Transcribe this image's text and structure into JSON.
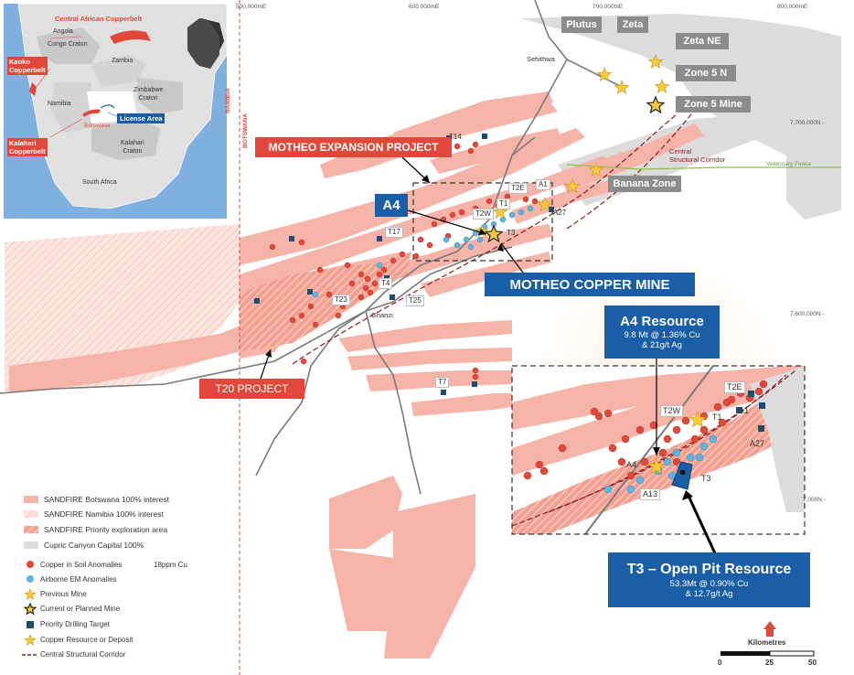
{
  "inset": {
    "labels": {
      "central_african": "Central African Copperbelt",
      "kaoko": "Kaoko\nCopperbelt",
      "kalahari": "Kalahari\nCopperbelt",
      "license": "License Area",
      "angola": "Angola",
      "congo_craton": "Congo Craton",
      "zambia": "Zambia",
      "zimbabwe_craton": "Zimbabwe\nCraton",
      "namibia": "Namibia",
      "botswana": "Botswana",
      "kalahari_craton": "Kalahari\nCraton",
      "south_africa": "South Africa"
    }
  },
  "coords": {
    "x500": "500,000mE",
    "x600": "600,000mE",
    "x700": "700,000mE",
    "x800": "800,000mE",
    "y7700": "7,700,000N -",
    "y7600": "7,600,000N -",
    "y_inset": "7,000N -"
  },
  "border_labels": {
    "namibia": "NAMIBIA",
    "botswana": "BOTSWANA"
  },
  "places": {
    "sehithwa": "Sehithwa",
    "ghanzi": "Ghanzi",
    "central_corridor": "Central\nStructural Corridor",
    "veterinary_fence": "Veterinary Fence"
  },
  "grey_labels": {
    "plutus": "Plutus",
    "zeta": "Zeta",
    "zeta_ne": "Zeta NE",
    "zone5n": "Zone 5 N",
    "zone5_mine": "Zone 5 Mine",
    "banana": "Banana Zone"
  },
  "callouts": {
    "motheo_expansion": "MOTHEO EXPANSION PROJECT",
    "a4": "A4",
    "motheo_mine": "MOTHEO COPPER MINE",
    "t20": "T20 PROJECT"
  },
  "small_tags": {
    "t14": "T14",
    "t17": "T17",
    "t2e": "T2E",
    "a1": "A1",
    "t1": "T1",
    "t2w": "T2W",
    "a27": "A27",
    "t3": "T3",
    "t4": "T4",
    "t23": "T23",
    "t25": "T25",
    "t7": "T7"
  },
  "zoom_tags": {
    "t2e": "T2E",
    "t2w": "T2W",
    "t1": "T1",
    "a1": "A1",
    "a27": "A27",
    "a4": "A4",
    "a13": "A13",
    "t3": "T3"
  },
  "a4_resource": {
    "title": "A4 Resource",
    "line1": "9.8 Mt @ 1.36% Cu",
    "line2": "& 21g/t Ag"
  },
  "t3_resource": {
    "title": "T3 – Open Pit Resource",
    "line1": "53.3Mt @ 0.90% Cu",
    "line2": "& 12.7g/t Ag"
  },
  "legend": {
    "items": [
      "SANDFIRE Botswana 100% interest",
      "SANDFIRE Namibia 100% interest",
      "SANDFIRE Priority exploration area",
      "Cupric Canyon Capital 100%",
      "Copper in Soil Anomalies",
      "18ppm Cu",
      "Airborne EM Anomalies",
      "Previous Mine",
      "Current or Planned Mine",
      "Priority Drilling Target",
      "Copper Resource or Deposit",
      "Central Structural Corridor"
    ]
  },
  "scale": {
    "title": "Kilometres",
    "ticks": [
      "0",
      "25",
      "50"
    ]
  },
  "colors": {
    "sandfire": "#f6b3a8",
    "priority": "#ee8a7a",
    "cupric": "#dcdcdc",
    "soil": "#e2483a",
    "em": "#5fb4e0",
    "drill": "#1d4d6e",
    "star": "#f7c93b",
    "callout_red": "#e2483a",
    "callout_blue": "#1a5ea8",
    "callout_grey": "#8c8c8c",
    "ocean": "#7fb0e0"
  }
}
